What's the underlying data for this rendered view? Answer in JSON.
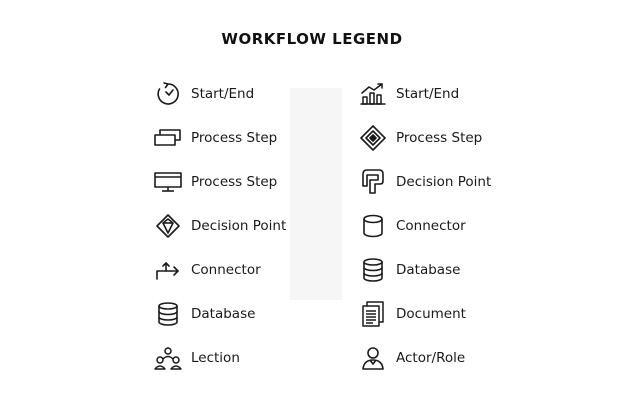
{
  "title": "WORKFLOW LEGEND",
  "left_items": [
    {
      "label": "Start/End",
      "icon": "cycle-arrow-icon"
    },
    {
      "label": "Process Step",
      "icon": "stacked-rectangles-icon"
    },
    {
      "label": "Process Step",
      "icon": "monitor-icon"
    },
    {
      "label": "Decision Point",
      "icon": "diamond-icon"
    },
    {
      "label": "Connector",
      "icon": "turn-arrow-icon"
    },
    {
      "label": "Database",
      "icon": "database-icon"
    },
    {
      "label": "Lection",
      "icon": "people-group-icon"
    }
  ],
  "right_items": [
    {
      "label": "Start/End",
      "icon": "bar-chart-icon"
    },
    {
      "label": "Process Step",
      "icon": "diamond-in-square-icon"
    },
    {
      "label": "Decision Point",
      "icon": "curved-pipe-icon"
    },
    {
      "label": "Connector",
      "icon": "cylinder-icon"
    },
    {
      "label": "Database",
      "icon": "database-icon"
    },
    {
      "label": "Document",
      "icon": "document-icon"
    },
    {
      "label": "Actor/Role",
      "icon": "user-icon"
    }
  ]
}
